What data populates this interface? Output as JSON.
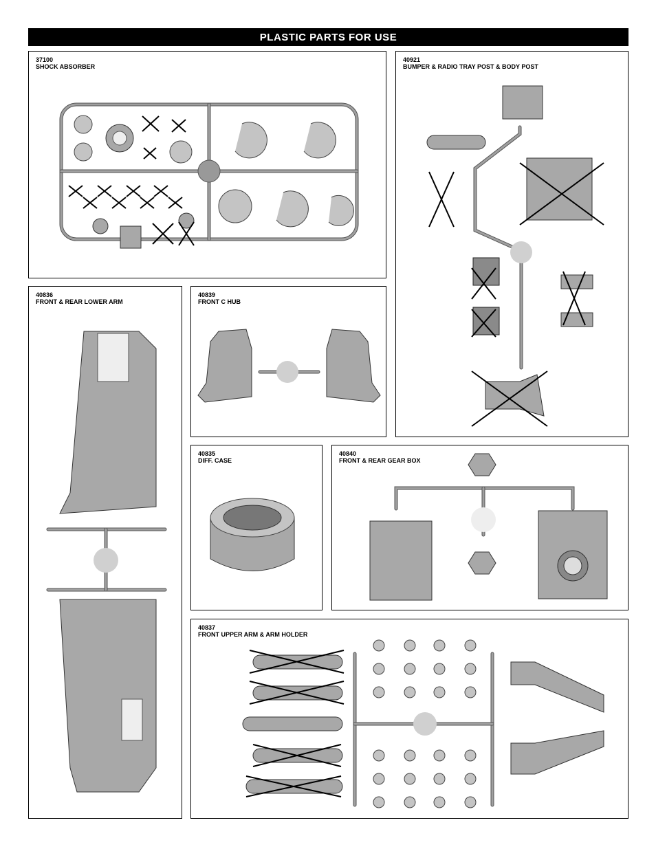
{
  "header": {
    "title": "PLASTIC PARTS FOR USE"
  },
  "panels": {
    "shock_absorber": {
      "code": "37100",
      "name": "SHOCK ABSORBER"
    },
    "bumper_post": {
      "code": "40921",
      "name": "BUMPER & RADIO TRAY POST & BODY POST"
    },
    "lower_arm": {
      "code": "40836",
      "name": "FRONT & REAR LOWER ARM"
    },
    "c_hub": {
      "code": "40839",
      "name": "FRONT C HUB"
    },
    "diff_case": {
      "code": "40835",
      "name": "DIFF. CASE"
    },
    "gear_box": {
      "code": "40840",
      "name": "FRONT & REAR GEAR BOX"
    },
    "upper_arm": {
      "code": "40837",
      "name": "FRONT UPPER ARM & ARM HOLDER"
    }
  }
}
